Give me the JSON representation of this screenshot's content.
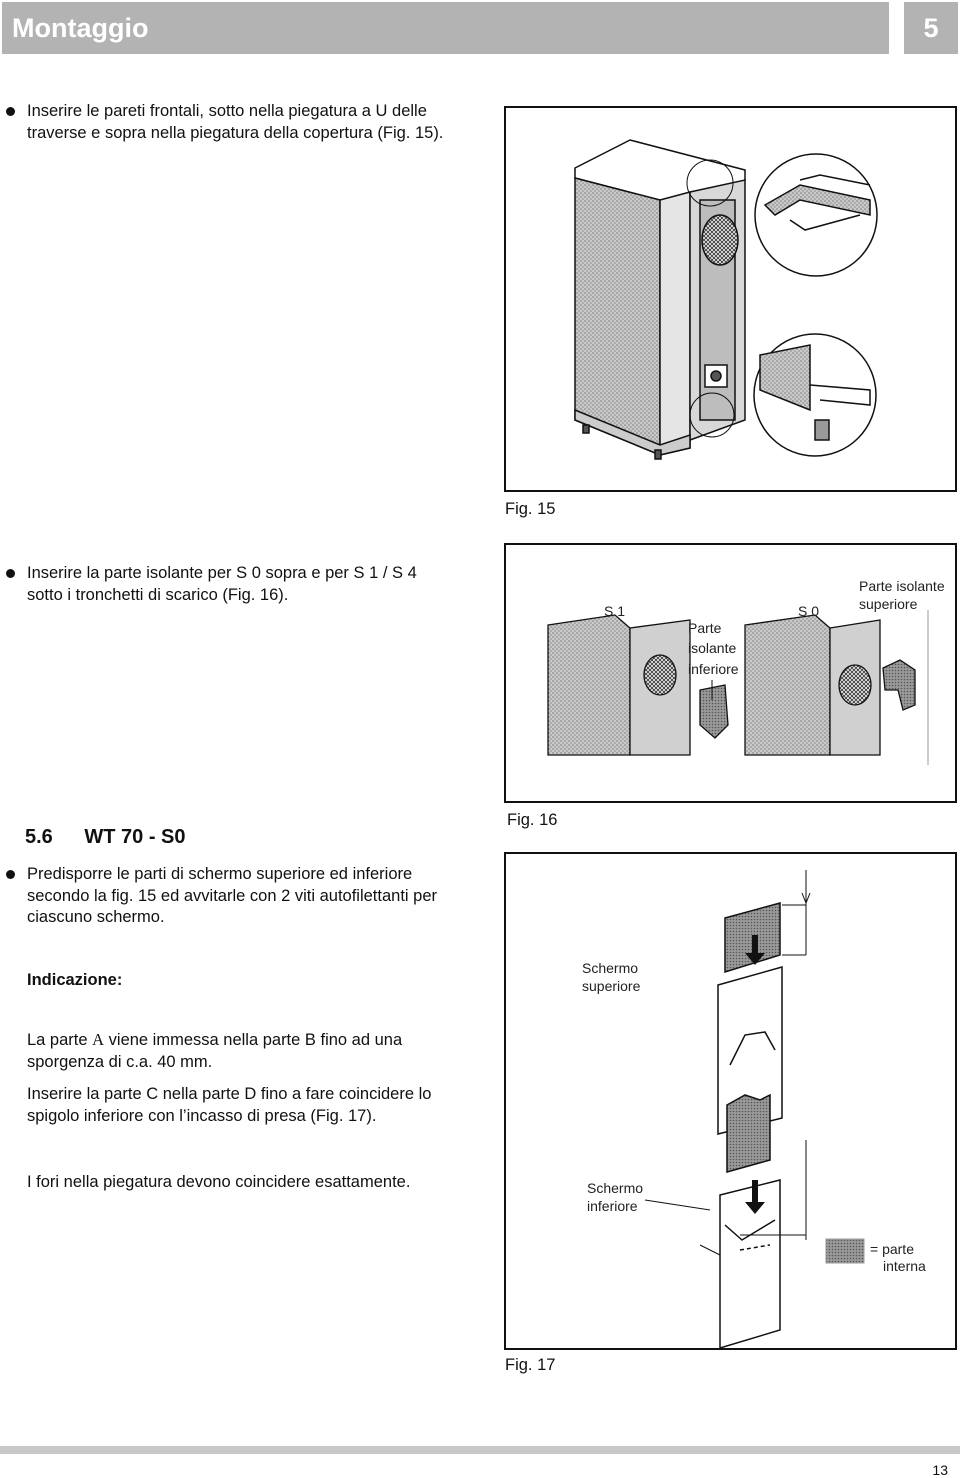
{
  "header": {
    "title": "Montaggio",
    "chapter": "5"
  },
  "bullets": {
    "b1": "Inserire le pareti frontali, sotto nella piegatura a U delle traverse e sopra nella piegatura della copertura (Fig. 15).",
    "b2": "Inserire la parte isolante per  S 0 sopra e per S 1 / S 4 sotto i tronchetti di scarico (Fig. 16).",
    "b3": "Predisporre le parti di schermo superiore ed inferiore secondo la fig. 15 ed avvitarle con 2 viti autofilettanti per ciascuno schermo."
  },
  "section": {
    "number": "5.6",
    "title": "WT 70 - S0"
  },
  "note_heading": "Indicazione:",
  "paragraphs": {
    "p1_pre": "La parte ",
    "p1_letter": "A",
    "p1_post": " viene immessa nella parte B fino ad una sporgenza di c.a. 40 mm.",
    "p2": "Inserire la parte C nella parte D fino a fare coincidere lo spigolo inferiore con l’incasso di presa (Fig. 17).",
    "p3": "I fori nella piegatura devono coincidere esattamente."
  },
  "figures": {
    "fig15": {
      "caption": "Fig. 15"
    },
    "fig16": {
      "caption": "Fig. 16",
      "label_s1": "S 1",
      "label_s0": "S 0",
      "label_lower_1": "Parte",
      "label_lower_2": "isolante",
      "label_lower_3": "inferiore",
      "label_upper_1": "Parte isolante",
      "label_upper_2": "superiore"
    },
    "fig17": {
      "caption": "Fig. 17",
      "label_top_1": "Schermo",
      "label_top_2": "superiore",
      "label_bottom_1": "Schermo",
      "label_bottom_2": "inferiore",
      "legend_1": "= parte",
      "legend_2": "interna"
    }
  },
  "page_number": "13"
}
